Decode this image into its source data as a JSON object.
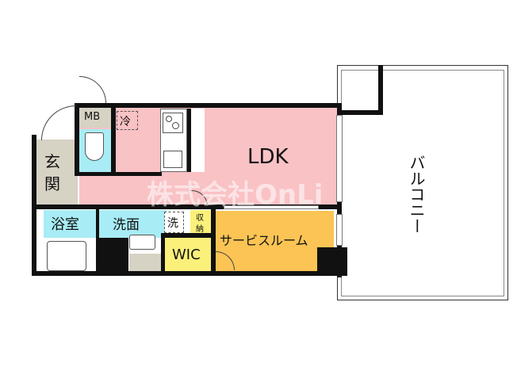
{
  "floorplan": {
    "rooms": {
      "ldk": {
        "label": "LDK",
        "color": "#f9c2c5"
      },
      "service_room": {
        "label": "サービスルーム",
        "color": "#fbc454"
      },
      "balcony": {
        "label": "バルコニー",
        "color": "#ffffff"
      },
      "entrance": {
        "label_line1": "玄",
        "label_line2": "関",
        "color": "#d6d2c4"
      },
      "bathroom": {
        "label": "浴室",
        "color": "#a8ecf5"
      },
      "washroom": {
        "label": "洗面",
        "color": "#a8ecf5"
      },
      "toilet": {
        "color": "#a8ecf5"
      },
      "wic": {
        "label": "WIC",
        "color": "#fbf07a"
      },
      "storage": {
        "label_line1": "収",
        "label_line2": "納",
        "color": "#fbf07a"
      },
      "mb": {
        "label": "MB",
        "color": "#d6d2c4"
      }
    },
    "fixtures": {
      "fridge": {
        "label": "冷"
      },
      "washer": {
        "label": "洗"
      }
    },
    "watermark": "株式会社OnLi"
  }
}
